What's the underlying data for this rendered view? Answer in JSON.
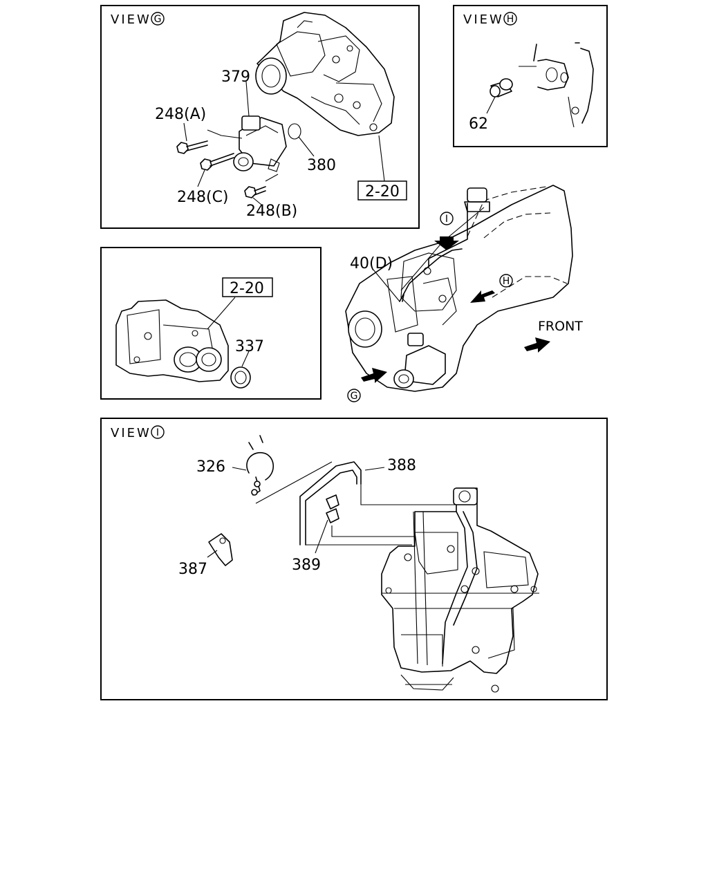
{
  "view_g": {
    "title": "VIEW",
    "marker": "G",
    "labels": {
      "l379": "379",
      "l248a": "248(A)",
      "l248c": "248(C)",
      "l248b": "248(B)",
      "l380": "380",
      "ref": "2-20"
    }
  },
  "view_h": {
    "title": "VIEW",
    "marker": "H",
    "labels": {
      "l62": "62"
    }
  },
  "detail": {
    "labels": {
      "ref": "2-20",
      "l337": "337"
    }
  },
  "overview": {
    "labels": {
      "l40d": "40(D)",
      "front": "FRONT"
    },
    "markers": {
      "i": "I",
      "h": "H",
      "g": "G"
    }
  },
  "view_i": {
    "title": "VIEW",
    "marker": "I",
    "labels": {
      "l326": "326",
      "l388": "388",
      "l387": "387",
      "l389": "389"
    }
  }
}
